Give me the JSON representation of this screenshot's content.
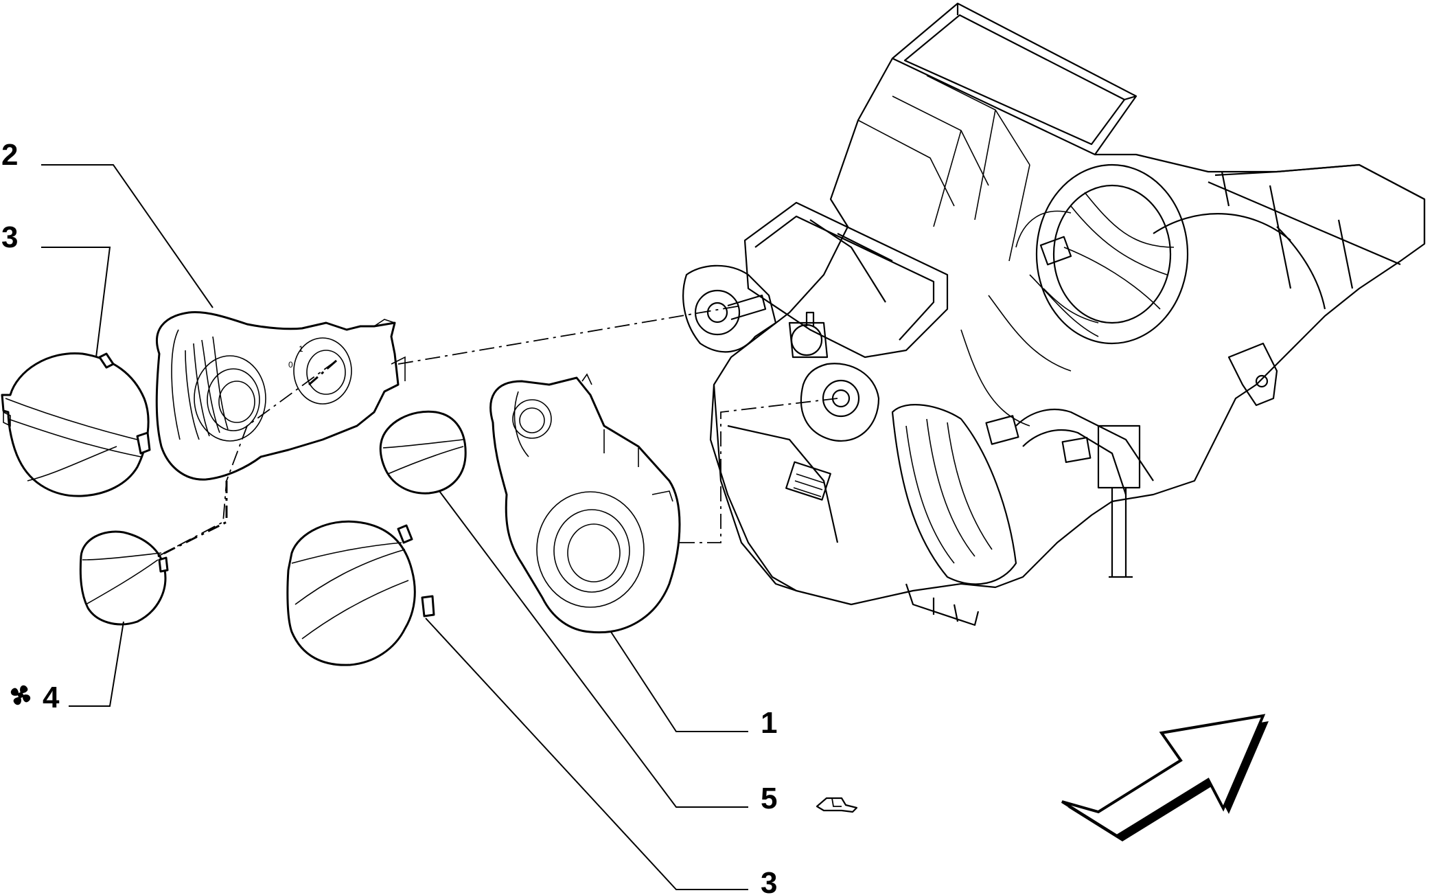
{
  "callouts": [
    {
      "id": "c1",
      "label": "1"
    },
    {
      "id": "c2",
      "label": "2"
    },
    {
      "id": "c3a",
      "label": "3"
    },
    {
      "id": "c3b",
      "label": "3"
    },
    {
      "id": "c4",
      "label": "4"
    },
    {
      "id": "c5",
      "label": "5"
    }
  ],
  "icons": {
    "fan": "fan-icon",
    "clip": "clip-icon",
    "direction": "direction-arrow-icon"
  },
  "colors": {
    "line": "#000000",
    "background": "#ffffff"
  }
}
